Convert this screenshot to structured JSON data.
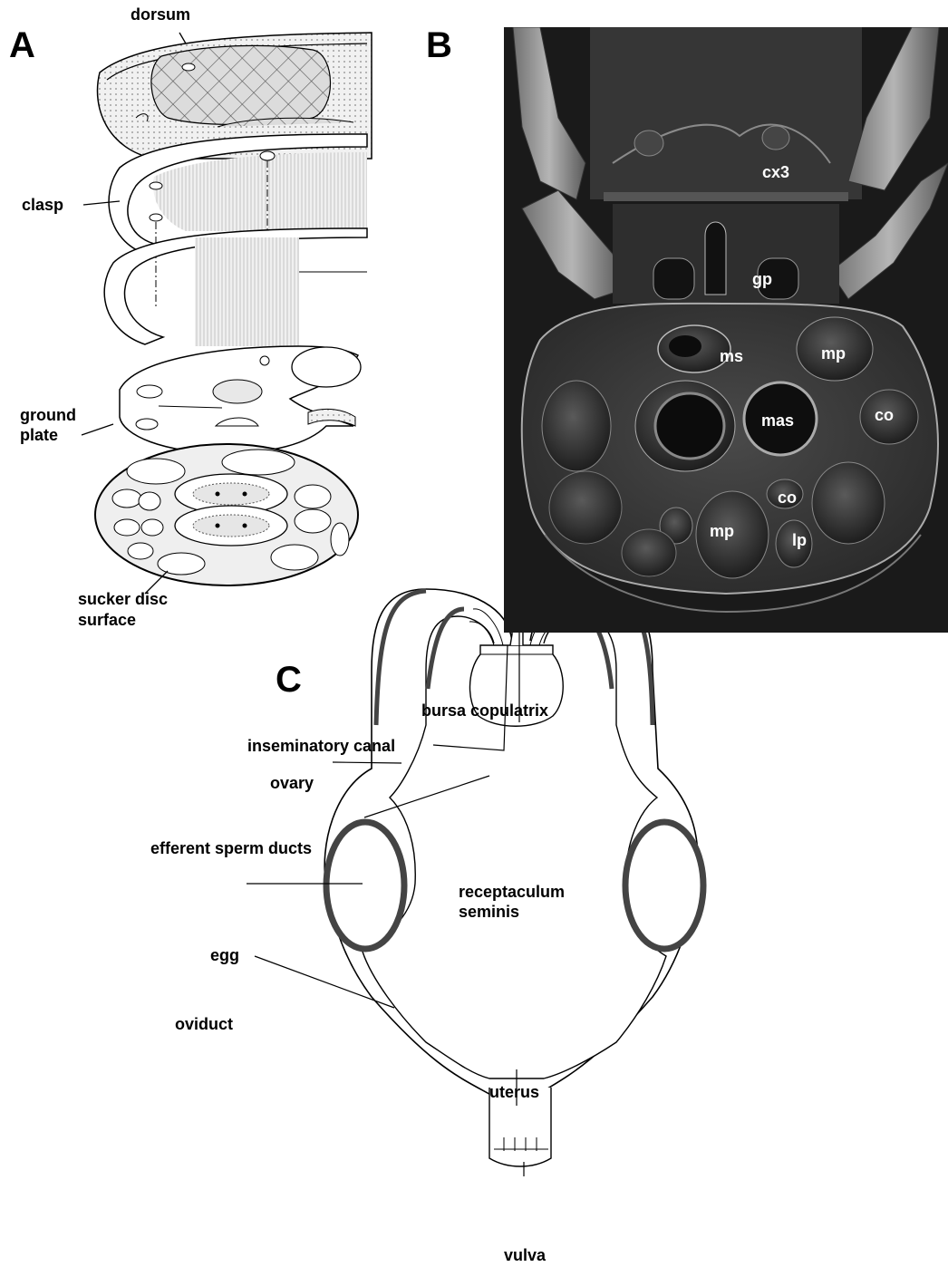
{
  "panels": {
    "a": {
      "letter": "A",
      "labels": {
        "dorsum": "dorsum",
        "clasp": "clasp",
        "ground_plate_1": "ground",
        "ground_plate_2": "plate",
        "sucker_disc_1": "sucker disc",
        "sucker_disc_2": "surface"
      }
    },
    "b": {
      "letter": "B",
      "labels": {
        "cx3": "cx3",
        "gp": "gp",
        "ms": "ms",
        "mp_top": "mp",
        "mas": "mas",
        "co_right": "co",
        "co_lower": "co",
        "mp_bottom": "mp",
        "lp": "lp"
      }
    },
    "c": {
      "letter": "C",
      "labels": {
        "bursa_copulatrix": "bursa copulatrix",
        "inseminatory_canal": "inseminatory canal",
        "ovary": "ovary",
        "efferent_sperm_ducts": "efferent sperm ducts",
        "receptaculum_1": "receptaculum",
        "receptaculum_2": "seminis",
        "egg": "egg",
        "oviduct": "oviduct",
        "uterus": "uterus",
        "vulva": "vulva"
      }
    }
  }
}
